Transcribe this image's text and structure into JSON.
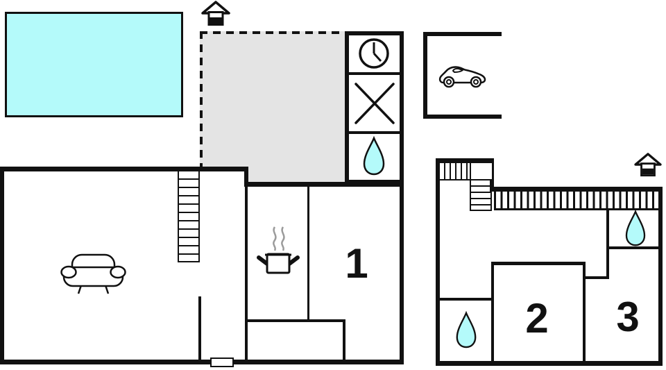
{
  "colors": {
    "wall": "#111111",
    "water": "#b4fafa",
    "terrace": "#e4e4e4",
    "steam": "#9b9b9b",
    "background": "#ffffff"
  },
  "floor1": {
    "room1_label": "1",
    "amenity_icons": [
      "clock",
      "cross",
      "water-drop"
    ],
    "features": [
      "swimming-pool",
      "terrace",
      "entrance",
      "staircase",
      "sofa",
      "cooking-pot",
      "entrance-door"
    ]
  },
  "garage": {
    "features": [
      "car"
    ]
  },
  "floor2": {
    "room2_label": "2",
    "room3_label": "3",
    "features": [
      "staircase",
      "corridor",
      "water-drop",
      "water-drop",
      "entrance"
    ]
  }
}
